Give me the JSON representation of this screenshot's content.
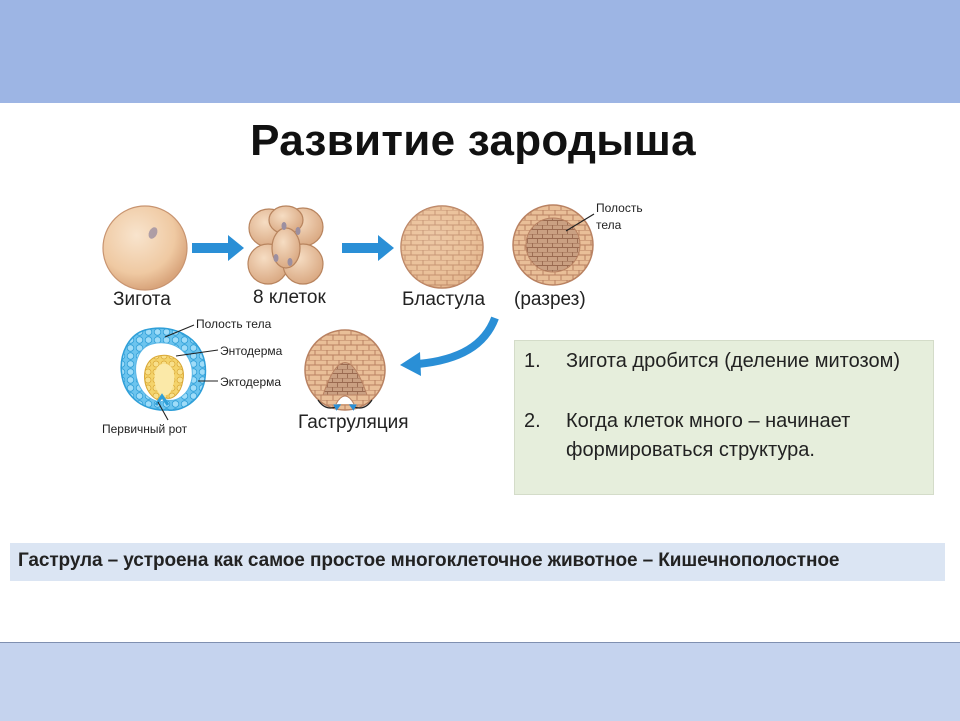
{
  "title": "Развитие зародыша",
  "stages": {
    "zygote": "Зигота",
    "eight_cells": "8 клеток",
    "blastula": "Блaстула",
    "section": "(разрез)",
    "gastrulation": "Гаструляция"
  },
  "labels": {
    "blastula_cavity_line1": "Полость",
    "blastula_cavity_line2": "тела",
    "gastrula_cavity": "Полость тела",
    "endoderm": "Энтодерма",
    "ectoderm": "Эктодерма",
    "primary_mouth": "Первичный рот"
  },
  "notes": [
    {
      "num": "1.",
      "text": "Зигота дробится (деление митозом)"
    },
    {
      "num": "2.",
      "text": "Когда клеток много – начинает формироваться структура."
    }
  ],
  "summary": "Гаструла – устроена как самое простое многоклеточное животное – Кишечнополостное",
  "colors": {
    "top_band": "#9db5e4",
    "bottom_band": "#c5d3ee",
    "arrow": "#2a8fd6",
    "notes_bg": "#e6eedc",
    "summary_bg": "#dbe5f3"
  }
}
